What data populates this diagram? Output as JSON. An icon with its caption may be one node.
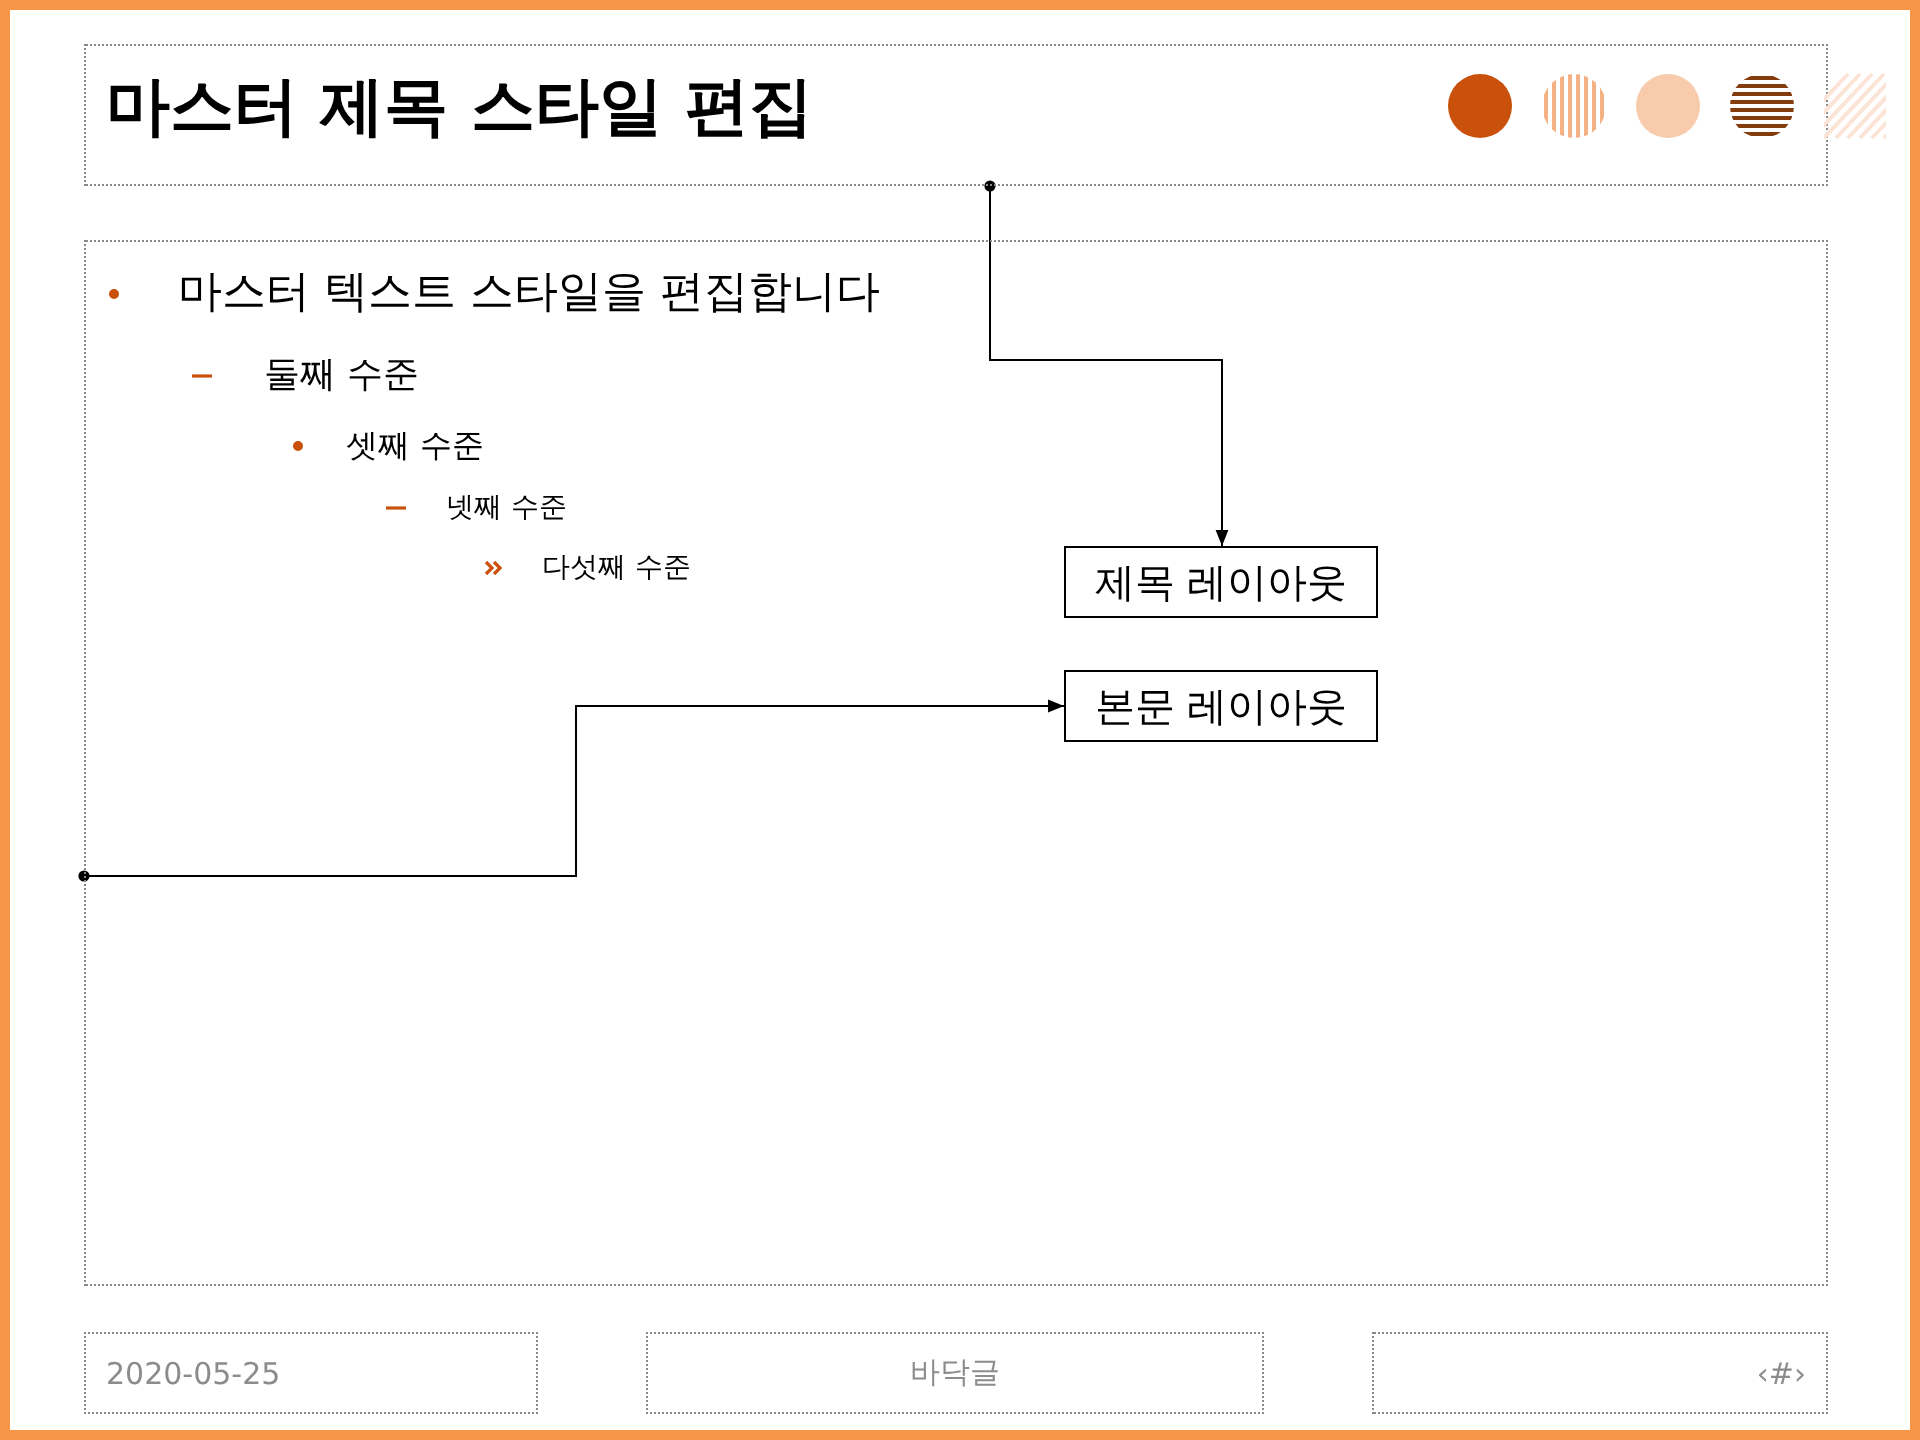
{
  "diagram": {
    "nodes": [
      {
        "text": [
          "마스터 제목 스타일 편집"
        ]
      },
      {
        "text": [
          "마스터 텍스트 스타일을 편집합니다",
          "둘째 수준",
          "셋째 수준",
          "넷째 수준",
          "다섯째 수준"
        ]
      },
      {
        "text": [
          "제목 레이아웃"
        ],
        "in": 1
      },
      {
        "text": [
          "본문 레이아웃"
        ],
        "in": 1
      },
      {
        "text": [
          "2020-05-25"
        ]
      },
      {
        "text": [
          "바닥글"
        ]
      },
      {
        "text": [
          "‹#›"
        ]
      }
    ],
    "edges": [
      {
        "from": 0,
        "to": 2,
        "arrow": "to"
      },
      {
        "from": 1,
        "to": 3,
        "arrow": "to"
      }
    ]
  }
}
